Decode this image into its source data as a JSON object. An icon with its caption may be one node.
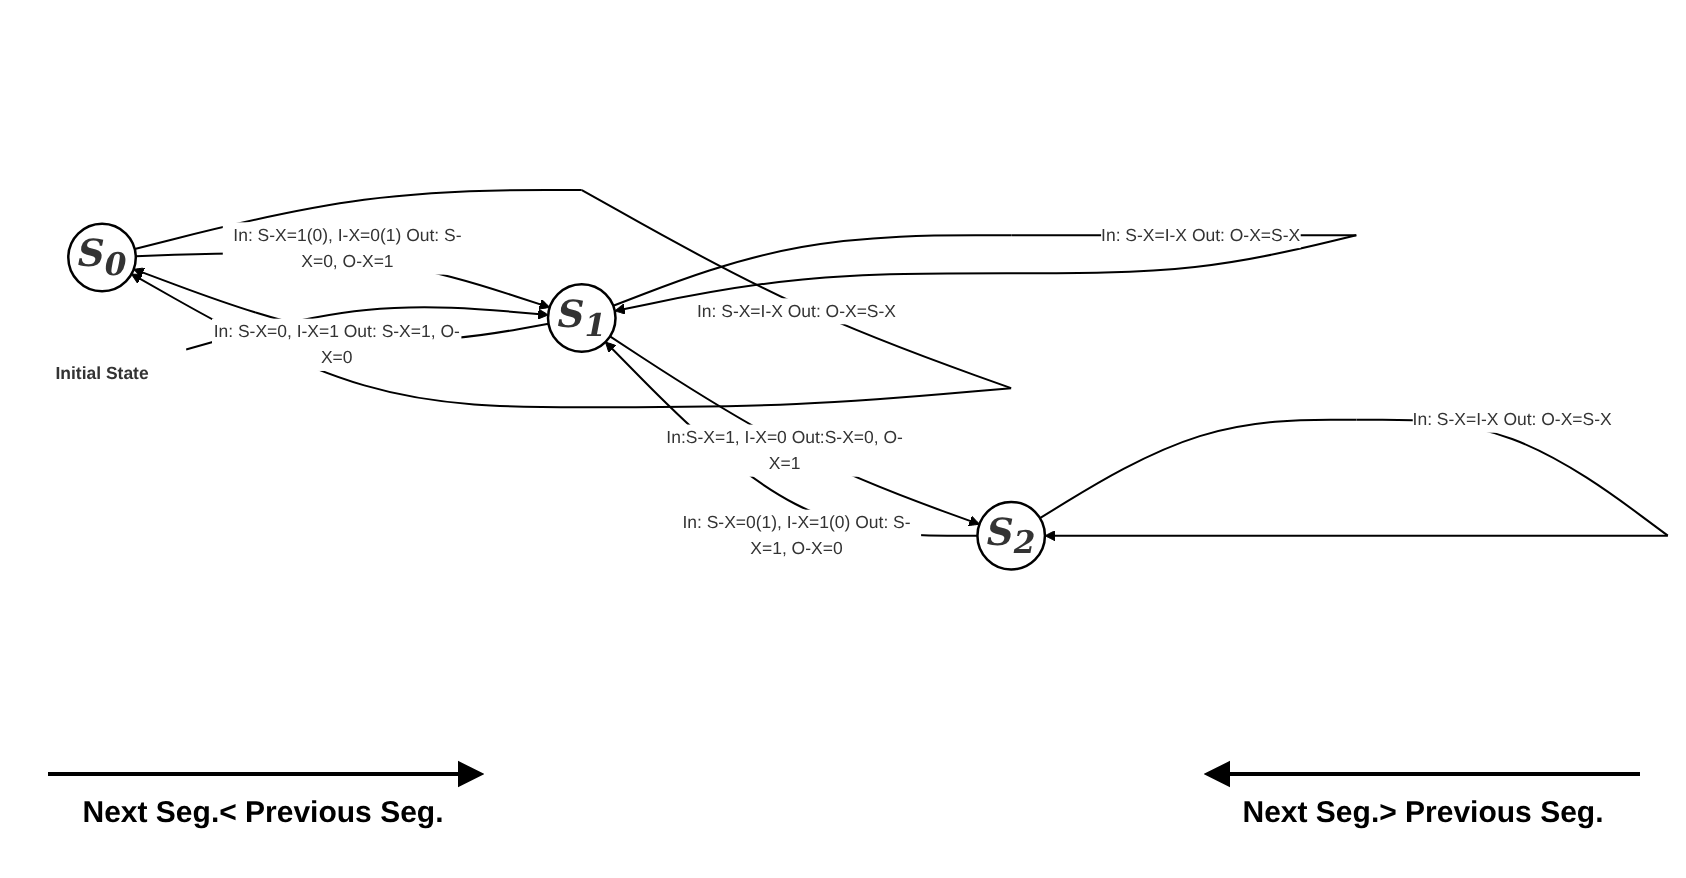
{
  "diagram": {
    "nodes": [
      {
        "text": [
          "S$_{0}$"
        ]
      },
      {
        "text": [
          "S$_{1}$"
        ]
      },
      {
        "text": [
          "S$_{2}$"
        ]
      },
      {
        "text": [
          "Initial State"
        ]
      }
    ],
    "edges": [
      {
        "from": 0,
        "to": 1,
        "arrow": "to",
        "label": "In: S-X=1(0), I-X=0(1) Out: S-X=0, O-X=1"
      },
      {
        "from": 1,
        "to": 0,
        "arrow": "to",
        "label": "In: S-X=0, I-X=1 Out: S-X=1, O-X=0"
      },
      {
        "from": 1,
        "to": 1,
        "arrow": "to",
        "label": "In: S-X=I-X Out: O-X=S-X"
      },
      {
        "from": 1,
        "to": 2,
        "arrow": "to",
        "label": "In:S-X=1, I-X=0 Out:S-X=0, O-X=1"
      },
      {
        "from": 2,
        "to": 1,
        "arrow": "to",
        "label": "In: S-X=0(1), I-X=1(0) Out: S-X=1, O-X=0"
      },
      {
        "from": 0,
        "to": 0,
        "arrow": "to",
        "label": "In: S-X=I-X Out: O-X=S-X"
      },
      {
        "from": 2,
        "to": 2,
        "arrow": "to",
        "label": "In: S-X=I-X Out: O-X=S-X"
      },
      {
        "from": 3,
        "to": 1,
        "arrow": "to"
      }
    ],
    "labels": [
      "Next Seg.< Previous Seg.",
      "Next Seg.> Previous Seg."
    ]
  }
}
